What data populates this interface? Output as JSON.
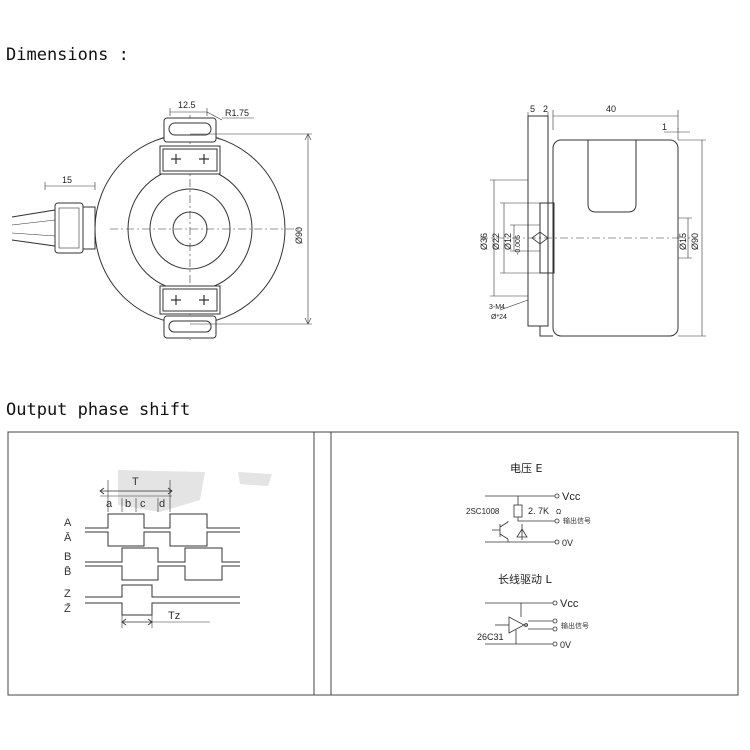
{
  "headings": {
    "dimensions": "Dimensions :",
    "phase": "Output phase shift"
  },
  "front_view": {
    "dim_top": "12.5",
    "radius": "R1.75",
    "dim_cable": "15",
    "dim_outer": "Ø90"
  },
  "side_view": {
    "dim_a": "5",
    "dim_b": "2",
    "dim_len": "40",
    "dim_1": "1",
    "dim_36": "Ø36",
    "dim_22": "Ø22",
    "dim_12": "Ø12",
    "tol": "-0.005",
    "dim_15": "Ø15",
    "dim_90": "Ø90",
    "screw_a": "3-M4",
    "screw_b": "Ø*24"
  },
  "waveform": {
    "period": "T",
    "segments": [
      "a",
      "b",
      "c",
      "d"
    ],
    "signals": [
      "A",
      "Ā",
      "B",
      "B̄",
      "Z",
      "Z̄"
    ],
    "tz": "Tz"
  },
  "circuit_e": {
    "title": "电压 E",
    "vcc": "Vcc",
    "transistor": "2SC1008",
    "resistor": "2. 7K",
    "ohm": "Ω",
    "output": "输出信号",
    "ov": "0V"
  },
  "circuit_l": {
    "title": "长线驱动 L",
    "vcc": "Vcc",
    "driver": "26C31",
    "output": "输出信号",
    "ov": "0V"
  }
}
